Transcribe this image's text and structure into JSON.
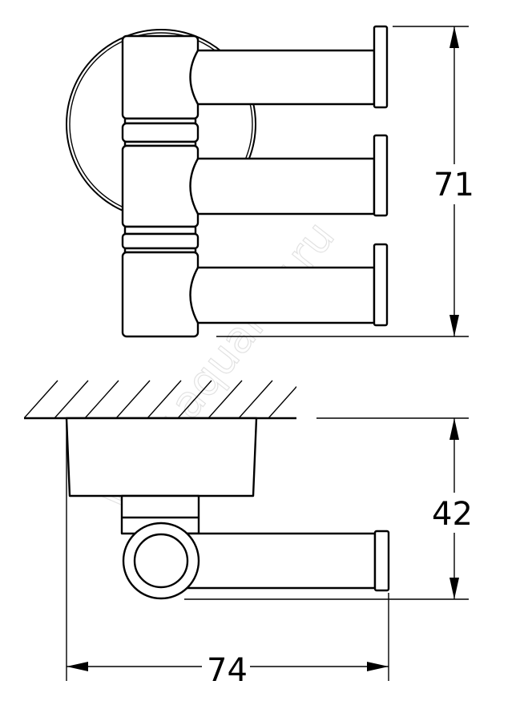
{
  "drawing": {
    "title": "Swivel triple hook technical drawing",
    "watermark": "www.aquamir.ru",
    "dimensions": {
      "height": "71",
      "depth": "42",
      "width": "74"
    }
  }
}
